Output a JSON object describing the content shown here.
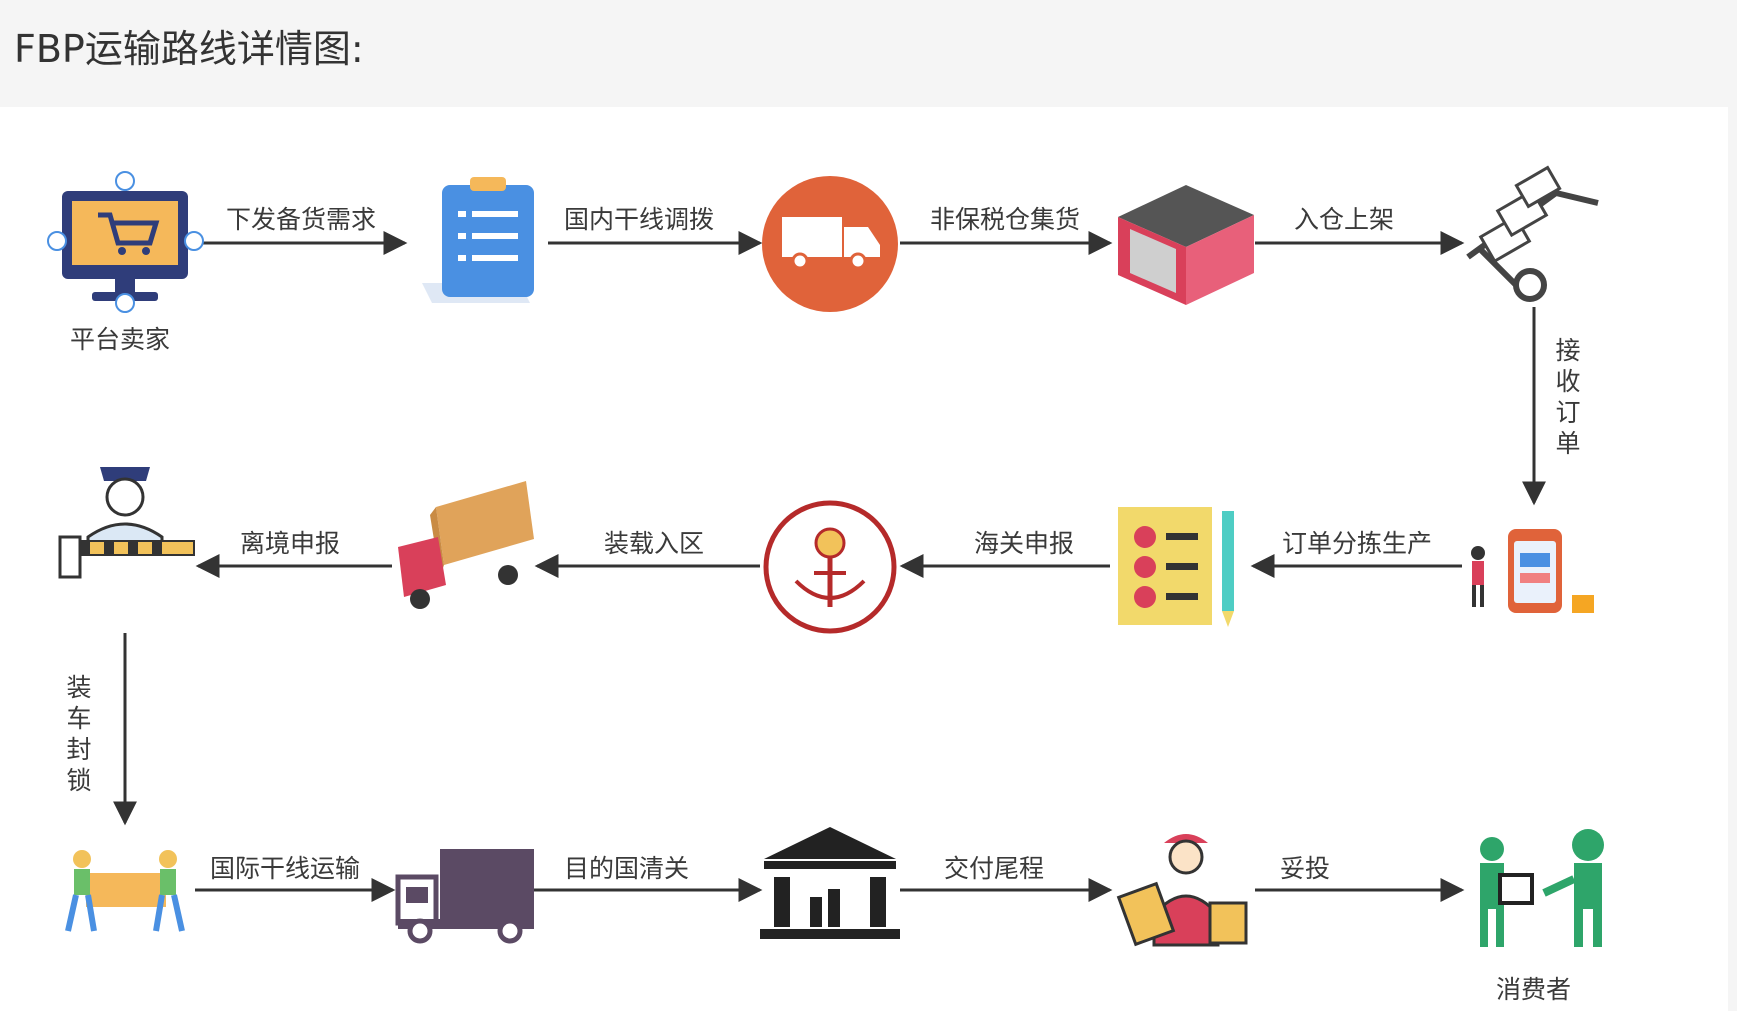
{
  "page_title": "FBP运输路线详情图:",
  "nodes": {
    "seller": "平台卖家",
    "consumer": "消费者"
  },
  "steps": {
    "s1": "下发备货需求",
    "s2": "国内干线调拨",
    "s3": "非保税仓集货",
    "s4": "入仓上架",
    "s5": "接收订单",
    "s6": "订单分拣生产",
    "s7": "海关申报",
    "s8": "装载入区",
    "s9": "离境申报",
    "s10": "装车封锁",
    "s11": "国际干线运输",
    "s12": "目的国清关",
    "s13": "交付尾程",
    "s14": "妥投"
  },
  "colors": {
    "arrow": "#333333",
    "truck_circle": "#e0633a",
    "clipboard": "#4a90e2",
    "warehouse": "#d9405a",
    "port_ring": "#b52a2a",
    "checklist": "#f2d96b",
    "van": "#5b4a64",
    "consumer": "#2ea56a"
  }
}
